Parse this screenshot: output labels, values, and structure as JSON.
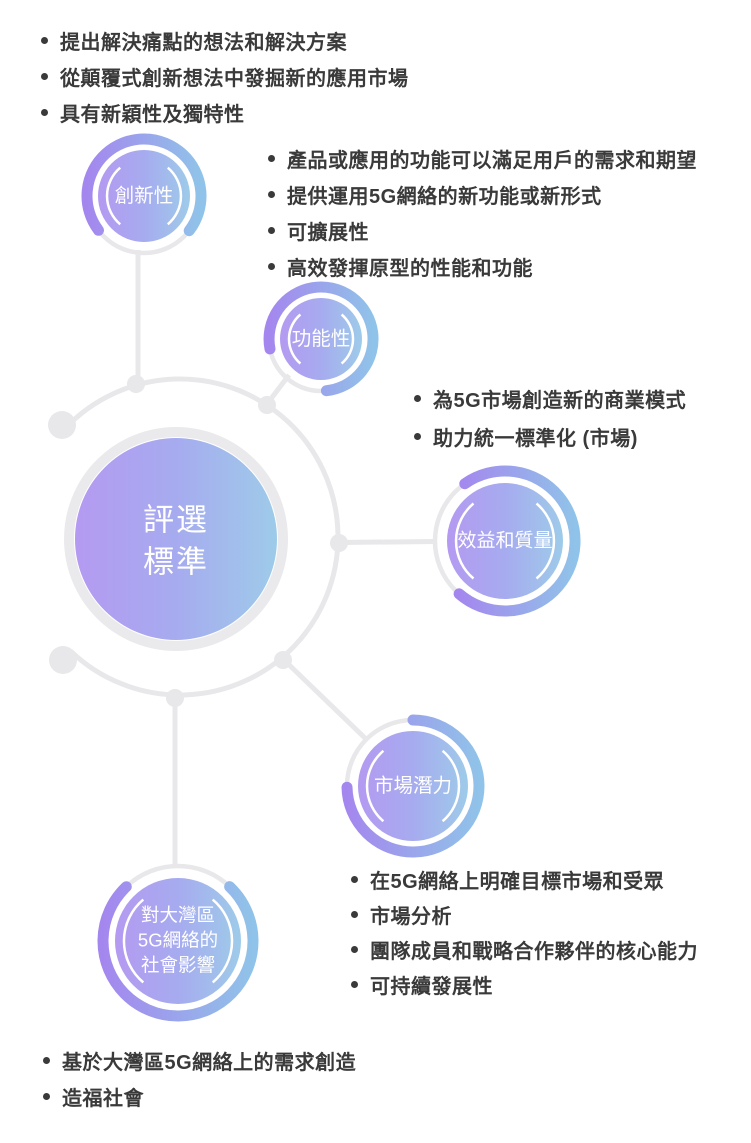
{
  "diagram": {
    "center": {
      "line1": "評選",
      "line2": "標準"
    },
    "satellites": {
      "innovation": {
        "label": "創新性"
      },
      "functionality": {
        "label": "功能性"
      },
      "benefit": {
        "label": "效益和質量"
      },
      "market": {
        "label": "市場潛力"
      },
      "social": {
        "line1": "對大灣區",
        "line2": "5G網絡的",
        "line3": "社會影響"
      }
    }
  },
  "bullets": {
    "innovation": {
      "items": [
        "提出解決痛點的想法和解決方案",
        "從顛覆式創新想法中發掘新的應用市場",
        "具有新穎性及獨特性"
      ]
    },
    "functionality": {
      "items": [
        "產品或應用的功能可以滿足用戶的需求和期望",
        "提供運用5G網絡的新功能或新形式",
        "可擴展性",
        "高效發揮原型的性能和功能"
      ]
    },
    "benefit": {
      "items": [
        "為5G市場創造新的商業模式",
        "助力統一標準化 (市場)"
      ]
    },
    "market": {
      "items": [
        "在5G網絡上明確目標市場和受眾",
        "市場分析",
        "團隊成員和戰略合作夥伴的核心能力",
        "可持續發展性"
      ]
    },
    "social": {
      "items": [
        "基於大灣區5G網絡上的需求創造",
        "造福社會"
      ]
    }
  },
  "colors": {
    "gradient_purple": "#b096f0",
    "gradient_blue": "#9ccae9",
    "arc_purple": "#a habit",
    "line_gray": "#e8e8eb",
    "bullet_text": "#3a3a3a"
  }
}
